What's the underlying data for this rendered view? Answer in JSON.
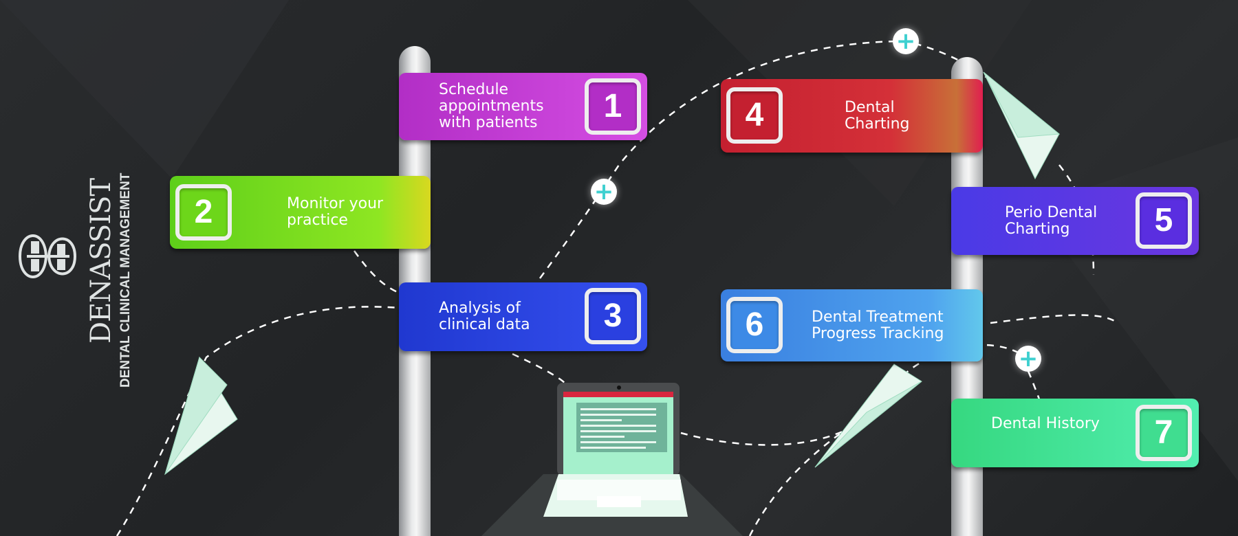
{
  "brand": {
    "name": "DENASSIST",
    "tagline": "DENTAL CLINICAL MANAGEMENT"
  },
  "steps": [
    {
      "number": "1",
      "label": "Schedule appointments with patients",
      "color": "#c93ad8"
    },
    {
      "number": "2",
      "label": "Monitor your practice",
      "color": "#7ddb1f"
    },
    {
      "number": "3",
      "label": "Analysis of clinical data",
      "color": "#2b44e6"
    },
    {
      "number": "4",
      "label": "Dental Charting",
      "color": "#c9282f"
    },
    {
      "number": "5",
      "label": "Perio Dental Charting",
      "color": "#5a33e0"
    },
    {
      "number": "6",
      "label": "Dental Treatment Progress Tracking",
      "color": "#3c8fe8"
    },
    {
      "number": "7",
      "label": "Dental History",
      "color": "#40e0a0"
    }
  ],
  "icons": [
    "logo-icon",
    "plus-icon",
    "paper-plane-icon",
    "laptop-icon"
  ]
}
